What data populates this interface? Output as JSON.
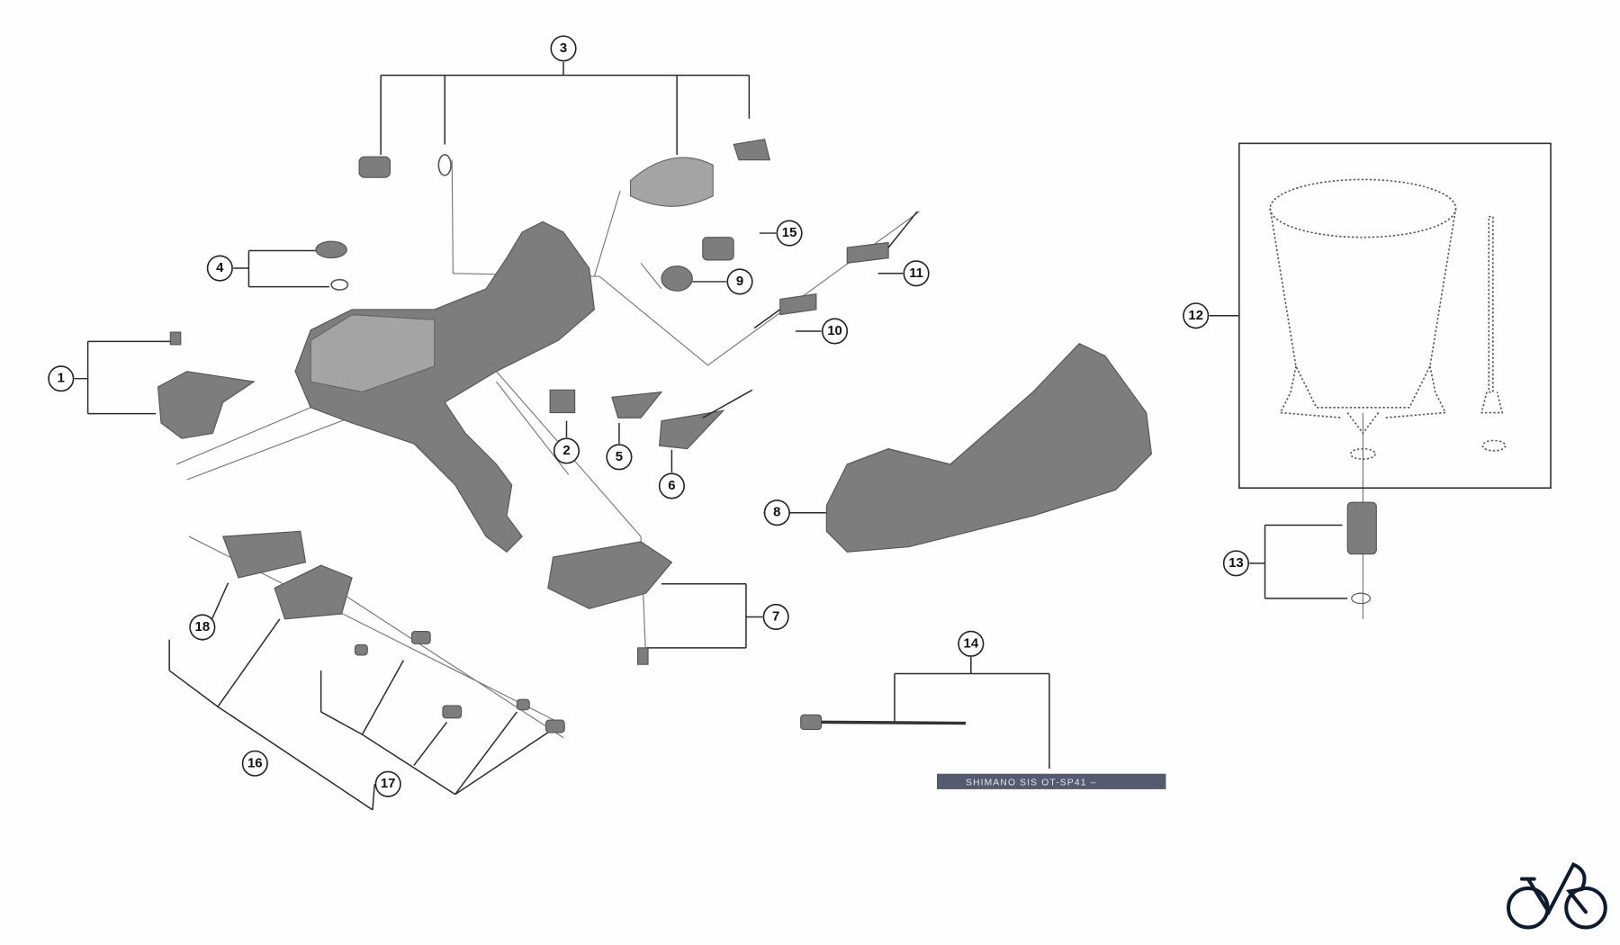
{
  "diagram": {
    "callouts": [
      "1",
      "2",
      "3",
      "4",
      "5",
      "6",
      "7",
      "8",
      "9",
      "10",
      "11",
      "12",
      "13",
      "14",
      "15",
      "16",
      "17",
      "18"
    ],
    "cable_print": "SHIMANO SIS  OT-SP41 –",
    "logo_icon": "bicycle-logo-icon"
  },
  "colors": {
    "part": "#7d7d7d",
    "line": "#2a2a2a",
    "cable": "#555a6e",
    "logo": "#0e1a2e"
  }
}
